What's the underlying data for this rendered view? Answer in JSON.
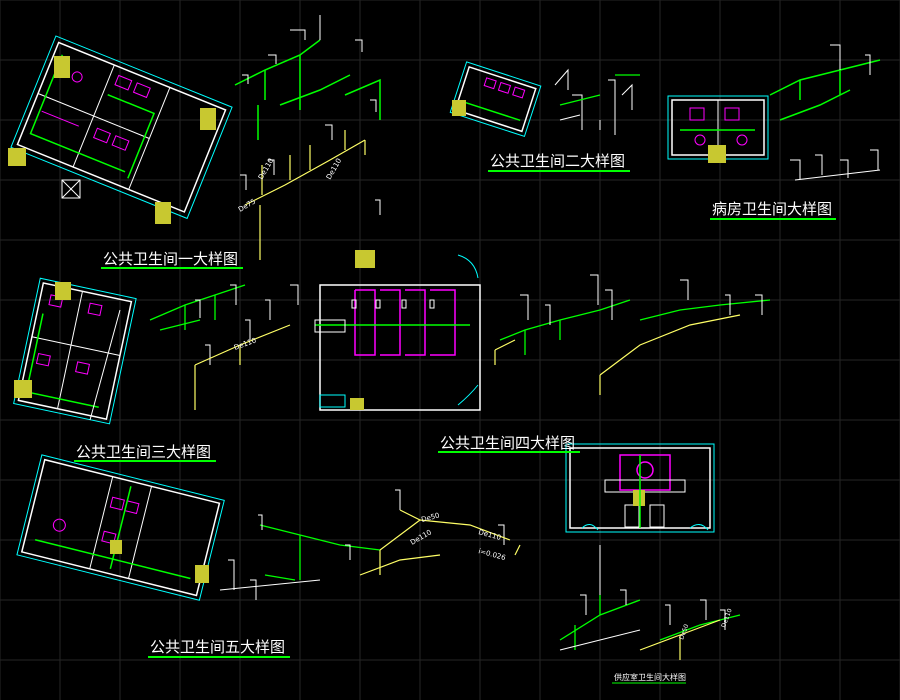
{
  "colors": {
    "background": "#000000",
    "grid": "#262626",
    "wall": "#ffffff",
    "pipe_green": "#00ff00",
    "pipe_yellow": "#ffff66",
    "fixture_magenta": "#ff00ff",
    "fixture_cyan": "#00ffff",
    "column_fill": "#c8c830",
    "underline": "#00ff00"
  },
  "titles": {
    "toilet_1": "公共卫生间一大样图",
    "toilet_2": "公共卫生间二大样图",
    "ward_bath": "病房卫生间大样图",
    "toilet_3": "公共卫生间三大样图",
    "toilet_4": "公共卫生间四大样图",
    "toilet_5": "公共卫生间五大样图",
    "supply_room": "供应室卫生间大样图"
  },
  "pipe_labels": {
    "de110": "De110",
    "de75": "De75",
    "de50": "De50",
    "slope": "i=0.026"
  }
}
